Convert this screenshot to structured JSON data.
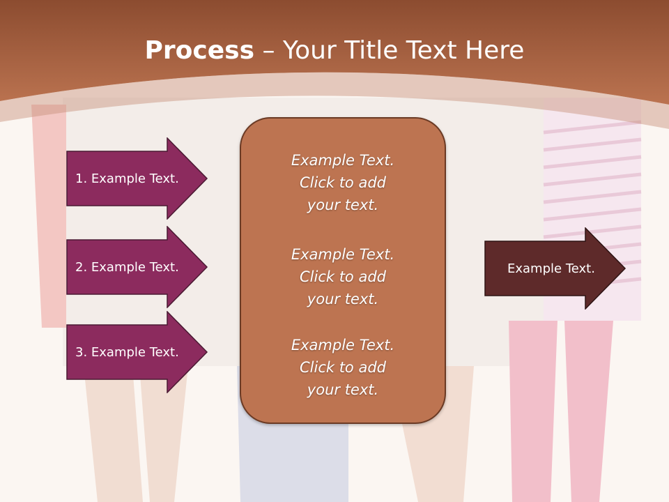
{
  "slide": {
    "title_bold": "Process",
    "title_rest": " – Your Title Text Here",
    "left_arrows": [
      {
        "label": "1. Example Text."
      },
      {
        "label": "2. Example Text."
      },
      {
        "label": "3. Example Text."
      }
    ],
    "center_blocks": [
      {
        "line1": "Example Text.",
        "line2": "Click  to add",
        "line3": "your text."
      },
      {
        "line1": "Example Text.",
        "line2": "Click  to add",
        "line3": "your text."
      },
      {
        "line1": "Example Text.",
        "line2": "Click  to add",
        "line3": "your text."
      }
    ],
    "right_arrow": {
      "label": "Example Text."
    }
  },
  "colors": {
    "header": "#b06845",
    "left_arrow_fill": "#8c2b5e",
    "center_fill": "#bd7451",
    "right_arrow_fill": "#5e2a2a"
  }
}
